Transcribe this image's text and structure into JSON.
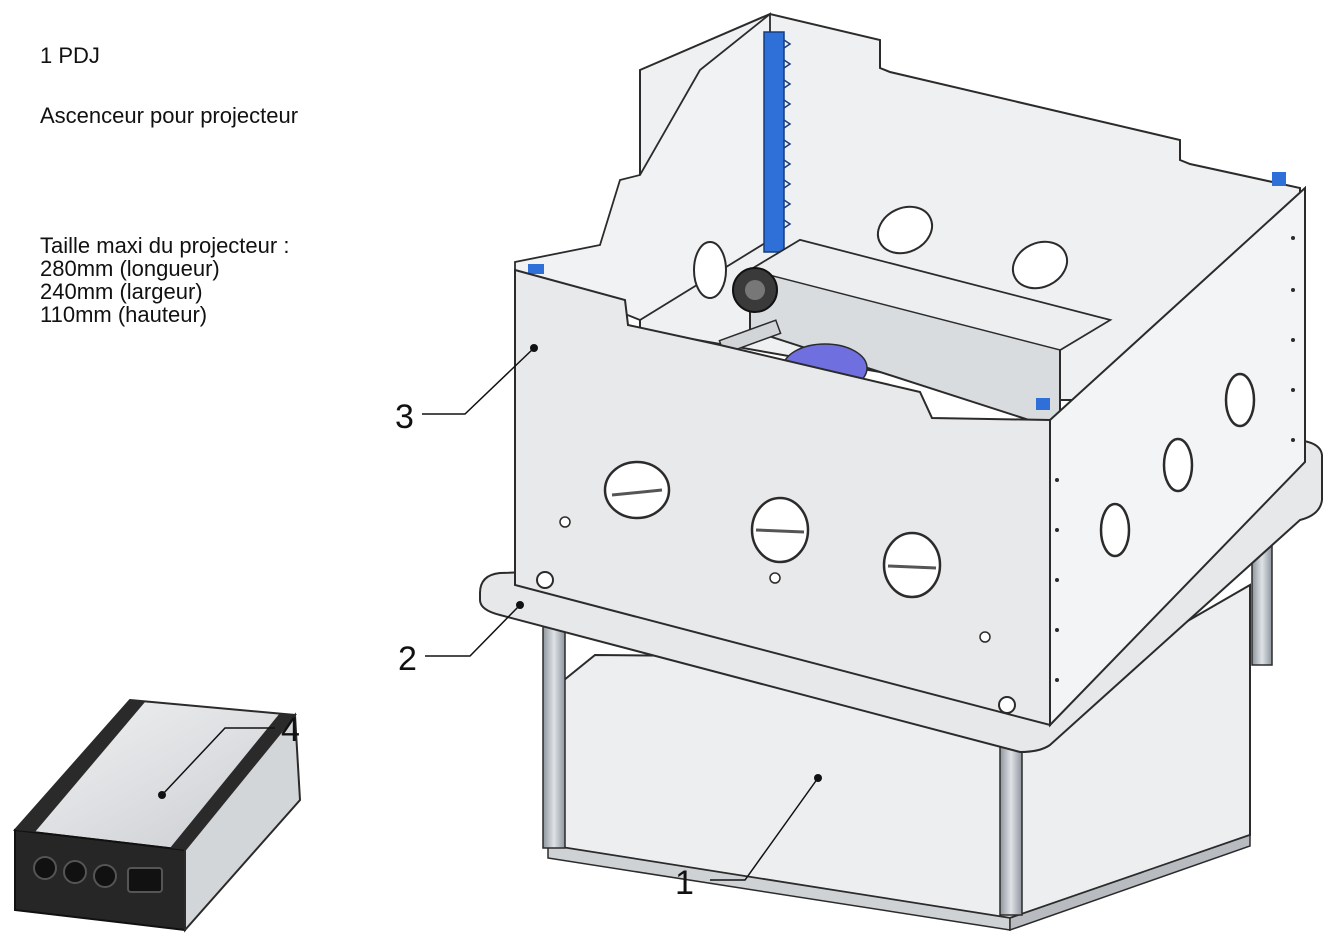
{
  "header": {
    "model": "1 PDJ",
    "description": "Ascenceur pour projecteur"
  },
  "specs": {
    "title": "Taille maxi du projecteur :",
    "lines": [
      "280mm (longueur)",
      "240mm (largeur)",
      "110mm (hauteur)"
    ]
  },
  "callouts": [
    {
      "id": "1",
      "label": "1"
    },
    {
      "id": "2",
      "label": "2"
    },
    {
      "id": "3",
      "label": "3"
    },
    {
      "id": "4",
      "label": "4"
    }
  ],
  "colors": {
    "panel": "#e8e9eb",
    "panel_dark": "#d6d8db",
    "edge": "#2b2b2b",
    "accent_blue": "#2f6fd8",
    "motor_blue": "#6f6fe0",
    "leg": "#b9bfc6",
    "box_dark": "#1e1e1e"
  }
}
